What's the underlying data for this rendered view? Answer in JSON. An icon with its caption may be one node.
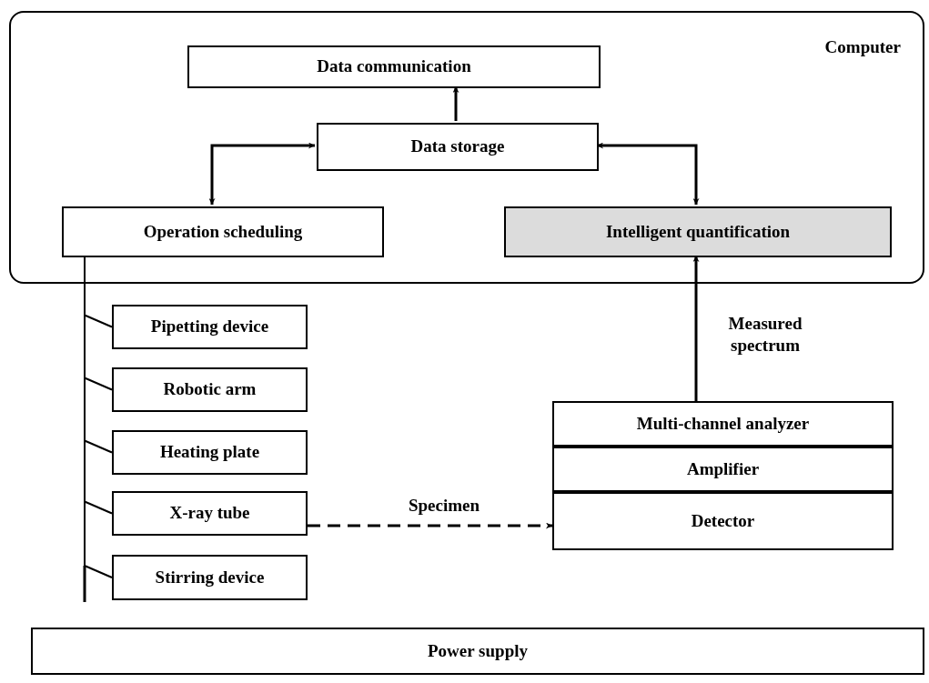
{
  "diagram": {
    "nodes": [
      {
        "text": [
          "Computer"
        ]
      },
      {
        "text": [
          "Data communication"
        ],
        "in": 0
      },
      {
        "text": [
          "Data storage"
        ],
        "in": 0
      },
      {
        "text": [
          "Operation scheduling"
        ],
        "in": 0
      },
      {
        "text": [
          "Intelligent quantification"
        ],
        "in": 0
      },
      {
        "text": [
          "Pipetting device"
        ]
      },
      {
        "text": [
          "Robotic arm"
        ]
      },
      {
        "text": [
          "Heating plate"
        ]
      },
      {
        "text": [
          "X-ray tube"
        ]
      },
      {
        "text": [
          "Stirring device"
        ]
      },
      {
        "text": [
          "Multi-channel analyzer"
        ]
      },
      {
        "text": [
          "Amplifier"
        ]
      },
      {
        "text": [
          "Detector"
        ]
      },
      {
        "text": [
          "Power supply"
        ]
      }
    ],
    "edges": [
      {
        "from": 2,
        "to": 1,
        "arrow": "to"
      },
      {
        "from": 2,
        "to": 3,
        "arrow": "both"
      },
      {
        "from": 2,
        "to": 4,
        "arrow": "both"
      },
      {
        "from": 10,
        "to": 4,
        "arrow": "to",
        "label": "Measured spectrum"
      },
      {
        "from": 8,
        "to": 12,
        "arrow": "to",
        "label": "Specimen",
        "style": "dashed"
      },
      {
        "from": 3,
        "to": 5,
        "arrow": "none"
      },
      {
        "from": 3,
        "to": 6,
        "arrow": "none"
      },
      {
        "from": 3,
        "to": 7,
        "arrow": "none"
      },
      {
        "from": 3,
        "to": 8,
        "arrow": "none"
      },
      {
        "from": 3,
        "to": 9,
        "arrow": "none"
      }
    ]
  }
}
